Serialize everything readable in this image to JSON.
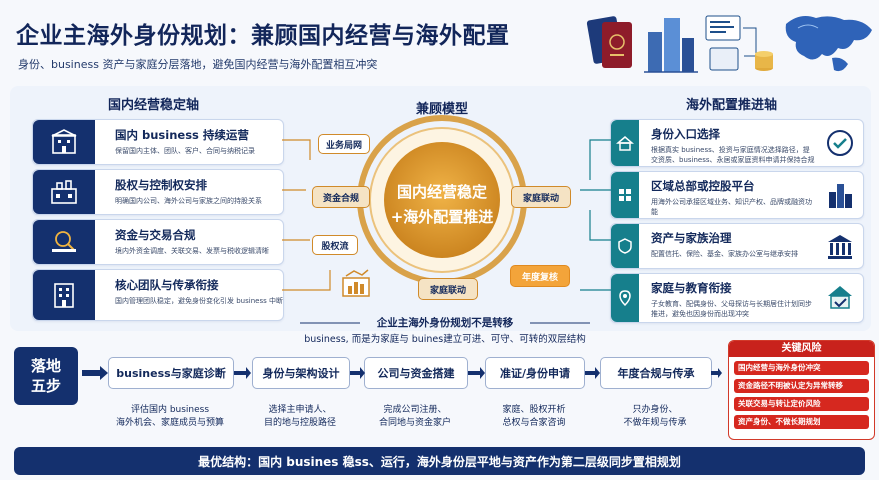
{
  "title": "企业主海外身份规划：兼顾国内经营与海外配置",
  "subtitle": "身份、business 资产与家庭分层落地，避免国内经营‌‌与‌海外配置相互冲突",
  "sections": {
    "left_heading": "国内经营稳定轴",
    "center_heading": "兼顾模型",
    "right_heading": "海外配置推进轴"
  },
  "left_cards": [
    {
      "title": "国内 business 持续运营",
      "desc": "保留国内主体、团队、客户、合同与纳税记录"
    },
    {
      "title": "股权与控制权安排",
      "desc": "明确国内公司、海外公司与家族之间的持股关系"
    },
    {
      "title": "资金与交易合规",
      "desc": "境内外资金调度、关联交易、发票与税收逻辑清晰"
    },
    {
      "title": "核心团队与传承衔接",
      "desc": "国内管理团队稳定，避免身份变化引发 business 中断"
    }
  ],
  "right_cards": [
    {
      "title": "身份入口选择",
      "desc": "根据真实 business、投资与家庭情况选择路径，提交资质、business、永居或家庭资料申请并保持合规"
    },
    {
      "title": "区域总部或控股平台",
      "desc": "用海外公司承接区域业务、知识产权、品牌或融资功能"
    },
    {
      "title": "资产与家族治理",
      "desc": "配置信托、保险、基金、家族办公室与继承安排"
    },
    {
      "title": "家庭与教育衔接",
      "desc": "子女教育、配偶身份、父母探访与长期居住计划同步推进，避免也因身份而出现冲突"
    }
  ],
  "center": {
    "line1": "国内经营稳定",
    "line2": "+海外配置推进",
    "tags": {
      "business_layout": "业务局网",
      "capital_compliance": "资金合规",
      "family_link_right": "家庭联动",
      "equity_process": "股权流",
      "family_link_bottom": "家庭联动",
      "annual_review": "年度复核"
    }
  },
  "middle_note": {
    "line1": "企业主海外身份规划不是转移",
    "line2": "business, 而是为家庭与 buines建立可进、可守、可转的双层结构"
  },
  "steps_label": "落地\n五步",
  "steps": [
    {
      "title": "business与家庭诊断",
      "desc_1": "评估国内 business",
      "desc_2": "海外机会、家庭成员与预算"
    },
    {
      "title": "身份与架构设计",
      "desc_1": "选择主申请人、",
      "desc_2": "目的地与控股路径"
    },
    {
      "title": "公司与资金搭建",
      "desc_1": "完成公司注册、",
      "desc_2": "合同地与资金家户"
    },
    {
      "title": "准证/身份申请",
      "desc_1": "家庭、股权开析",
      "desc_2": "总权与合家咨询"
    },
    {
      "title": "年度合规与传承",
      "desc_1": "只办身份、",
      "desc_2": "不做年规与传承"
    }
  ],
  "risk": {
    "title": "关键风险",
    "items": [
      "国内经营与海外身份冲突",
      "资金路径不明被认定为异常转移",
      "关联交易与转让定价风险",
      "资产身份、不做长期规划"
    ]
  },
  "bottom": "最优结构：国内 busines 稳ss、运行，海外身份层平地与资产作为第二层级同步置相规划",
  "colors": {
    "navy": "#14306e",
    "teal": "#167f8c",
    "gold": "#d08a2a",
    "red": "#c8221c"
  }
}
